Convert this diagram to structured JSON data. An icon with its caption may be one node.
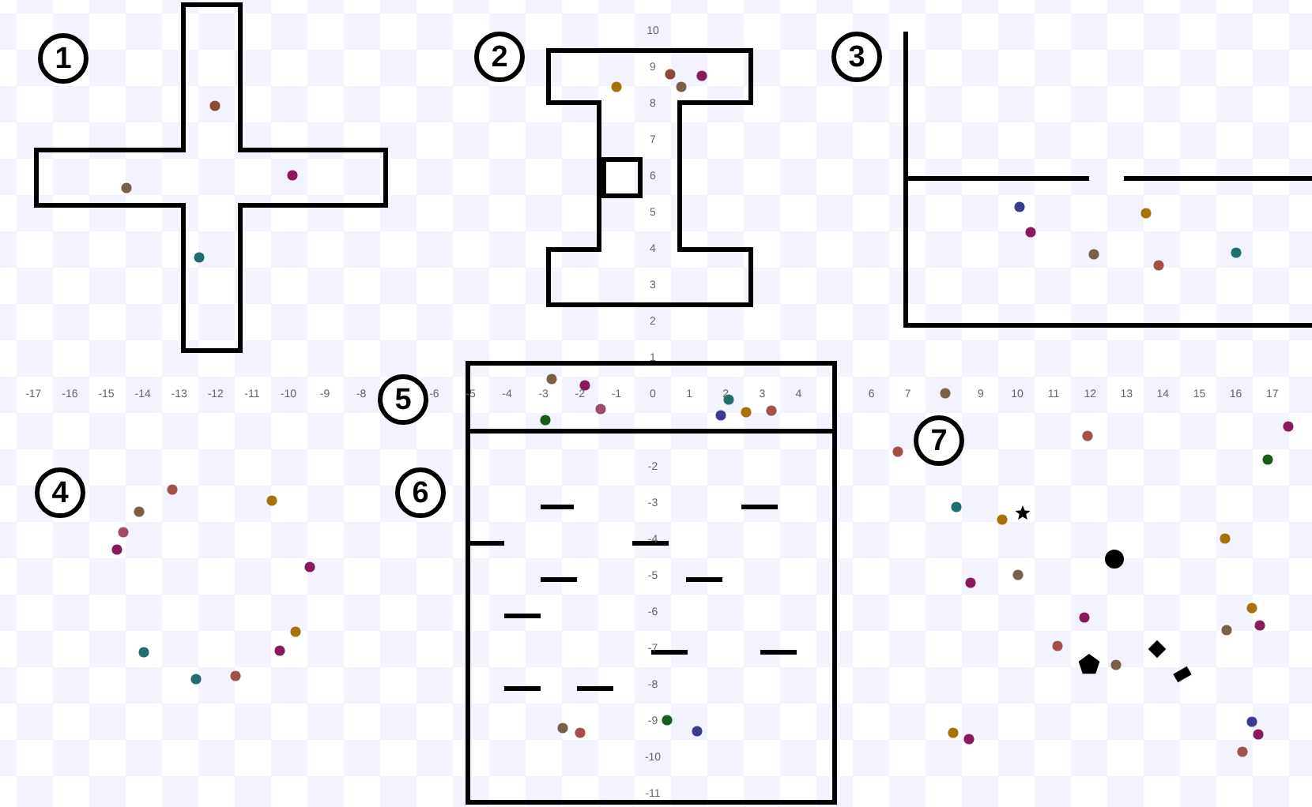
{
  "diagram": {
    "nodes": [
      {
        "text": [
          "1"
        ]
      },
      {
        "text": [
          "2"
        ]
      },
      {
        "text": [
          "3"
        ]
      },
      {
        "text": [
          "4"
        ]
      },
      {
        "text": [
          "5"
        ]
      },
      {
        "text": [
          "6"
        ]
      },
      {
        "text": [
          "7"
        ]
      }
    ],
    "labels": [
      "10",
      "9",
      "8",
      "7",
      "6",
      "5",
      "4",
      "3",
      "2",
      "1",
      "-17",
      "-16",
      "-15",
      "-14",
      "-13",
      "-12",
      "-11",
      "-10",
      "-9",
      "-8",
      "-6",
      "-5",
      "-4",
      "-3",
      "-2",
      "-1",
      "0",
      "1",
      "2",
      "3",
      "4",
      "6",
      "7",
      "9",
      "10",
      "11",
      "12",
      "13",
      "14",
      "15",
      "16",
      "17",
      "-2",
      "-3",
      "-4",
      "-5",
      "-6",
      "-7",
      "-8",
      "-9",
      "-10",
      "-11"
    ]
  }
}
